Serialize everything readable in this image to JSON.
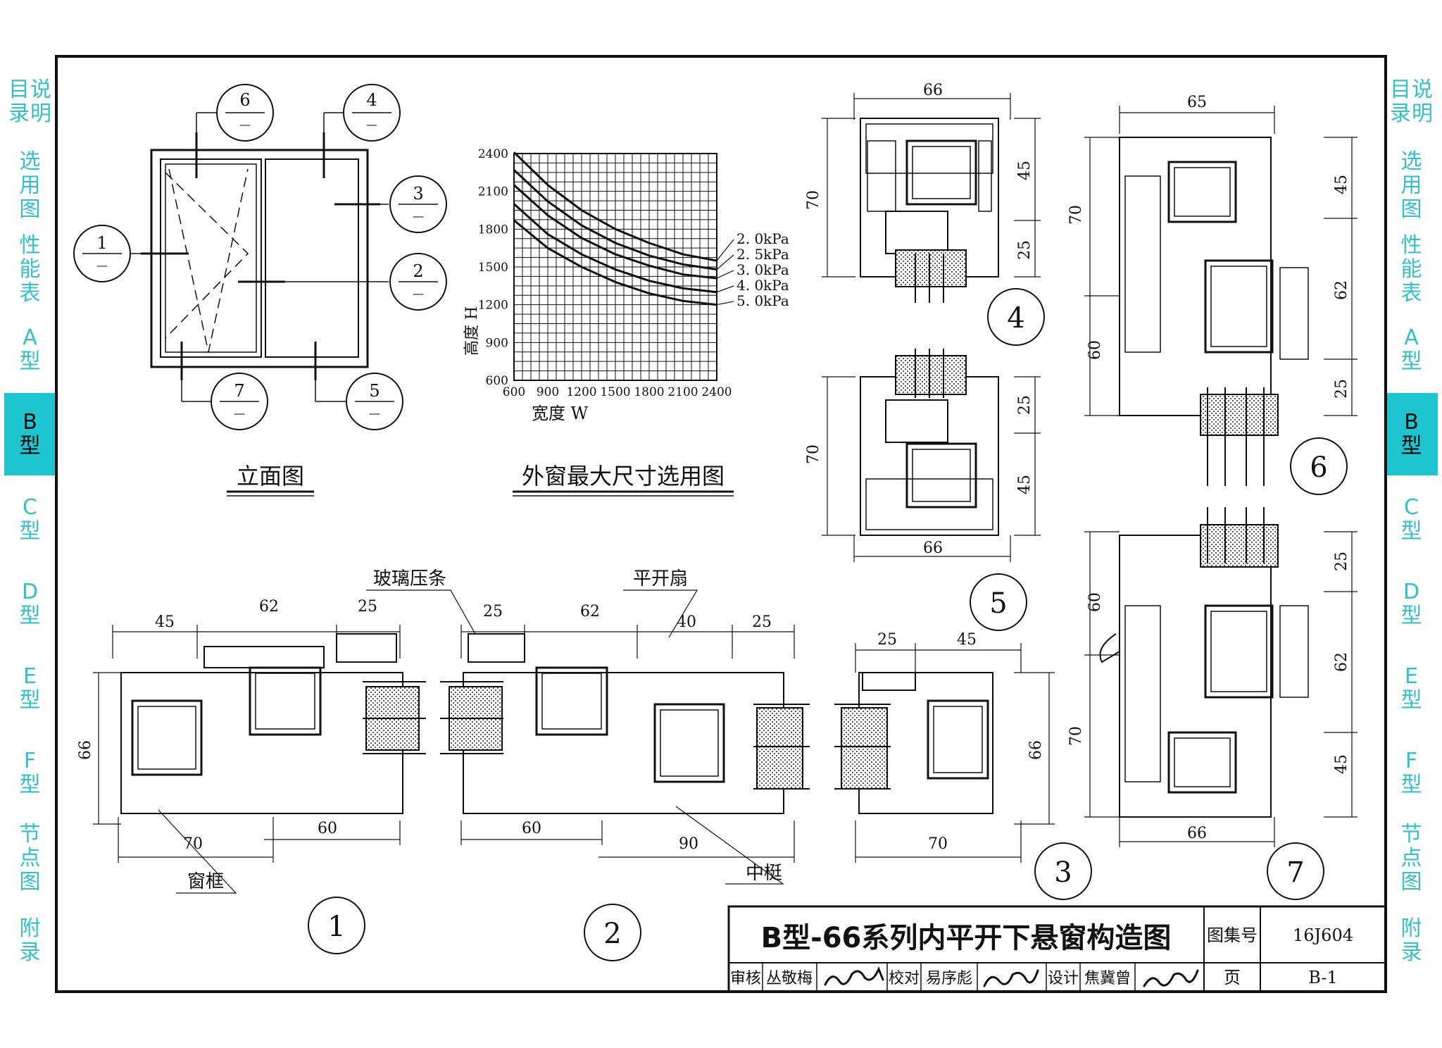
{
  "side_nav": {
    "left": [
      {
        "label": "目说\n录明",
        "active": false
      },
      {
        "label": "选\n用\n图",
        "active": false
      },
      {
        "label": "性\n能\n表",
        "active": false
      },
      {
        "label": "A\n型",
        "active": false
      },
      {
        "label": "B\n型",
        "active": true
      },
      {
        "label": "C\n型",
        "active": false
      },
      {
        "label": "D\n型",
        "active": false
      },
      {
        "label": "E\n型",
        "active": false
      },
      {
        "label": "F\n型",
        "active": false
      },
      {
        "label": "节\n点\n图",
        "active": false
      },
      {
        "label": "附\n录",
        "active": false
      }
    ],
    "right": [
      {
        "label": "目说\n录明",
        "active": false
      },
      {
        "label": "选\n用\n图",
        "active": false
      },
      {
        "label": "性\n能\n表",
        "active": false
      },
      {
        "label": "A\n型",
        "active": false
      },
      {
        "label": "B\n型",
        "active": true
      },
      {
        "label": "C\n型",
        "active": false
      },
      {
        "label": "D\n型",
        "active": false
      },
      {
        "label": "E\n型",
        "active": false
      },
      {
        "label": "F\n型",
        "active": false
      },
      {
        "label": "节\n点\n图",
        "active": false
      },
      {
        "label": "附\n录",
        "active": false
      }
    ]
  },
  "elevation": {
    "caption": "立面图",
    "markers": [
      "6",
      "4",
      "3",
      "1",
      "2",
      "7",
      "5"
    ],
    "dash": "—"
  },
  "size_chart": {
    "caption": "外窗最大尺寸选用图",
    "ylabel": "高度 H",
    "xlabel": "宽度 W",
    "x_ticks": [
      "600",
      "900",
      "1200",
      "1500",
      "1800",
      "2100",
      "2400"
    ],
    "y_ticks": [
      "2400",
      "2100",
      "1800",
      "1500",
      "1200",
      "900",
      "600"
    ],
    "curve_labels": [
      "2. 0kPa",
      "2. 5kPa",
      "3. 0kPa",
      "4. 0kPa",
      "5. 0kPa"
    ]
  },
  "chart_data": {
    "type": "line",
    "title": "外窗最大尺寸选用图",
    "xlabel": "宽度 W",
    "ylabel": "高度 H",
    "xlim": [
      600,
      2400
    ],
    "ylim": [
      600,
      2400
    ],
    "grid": true,
    "x": [
      600,
      900,
      1200,
      1500,
      1800,
      2100,
      2400
    ],
    "series": [
      {
        "name": "2. 0kPa",
        "values": [
          2410,
          2150,
          1950,
          1800,
          1690,
          1600,
          1550
        ]
      },
      {
        "name": "2. 5kPa",
        "values": [
          2270,
          2020,
          1830,
          1690,
          1590,
          1520,
          1480
        ]
      },
      {
        "name": "3. 0kPa",
        "values": [
          2150,
          1910,
          1730,
          1600,
          1510,
          1440,
          1410
        ]
      },
      {
        "name": "4. 0kPa",
        "values": [
          2000,
          1760,
          1600,
          1480,
          1390,
          1330,
          1300
        ]
      },
      {
        "name": "5. 0kPa",
        "values": [
          1870,
          1650,
          1500,
          1380,
          1290,
          1230,
          1200
        ]
      }
    ]
  },
  "detail_labels": {
    "glass_bead": "玻璃压条",
    "casement_sash": "平开扇",
    "window_frame": "窗框",
    "mullion": "中梃"
  },
  "section_numbers": [
    "1",
    "2",
    "3",
    "4",
    "5",
    "6",
    "7"
  ],
  "dimensions": {
    "d1": [
      "45",
      "62",
      "25",
      "66",
      "70",
      "60"
    ],
    "d2": [
      "25",
      "62",
      "40",
      "25",
      "60",
      "90"
    ],
    "d3": [
      "25",
      "45",
      "66",
      "70"
    ],
    "d4": [
      "66",
      "70",
      "45",
      "25"
    ],
    "d5": [
      "70",
      "25",
      "45",
      "66"
    ],
    "d6": [
      "65",
      "70",
      "45",
      "62",
      "60",
      "25"
    ],
    "d7": [
      "60",
      "25",
      "62",
      "70",
      "45",
      "66"
    ]
  },
  "title_block": {
    "title": "B型-66系列内平开下悬窗构造图",
    "atlas_label": "图集号",
    "atlas_value": "16J604",
    "page_label": "页",
    "page_value": "B-1",
    "review_label": "审核",
    "reviewer": "丛敬梅",
    "check_label": "校对",
    "checker": "易序彪",
    "design_label": "设计",
    "designer": "焦冀曾",
    "signature_review": "丛敬梅",
    "signature_check": "易序彪",
    "signature_design": "焦冀曾"
  }
}
